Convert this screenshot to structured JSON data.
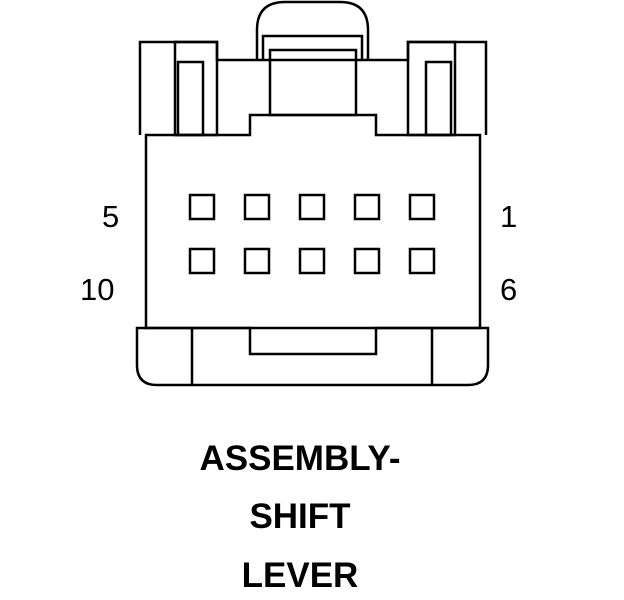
{
  "connector": {
    "pin_labels": {
      "top_left": "5",
      "top_right": "1",
      "bottom_left": "10",
      "bottom_right": "6"
    },
    "pin_rows": 2,
    "pins_per_row": 5
  },
  "caption": {
    "line1": "ASSEMBLY-",
    "line2": "SHIFT",
    "line3": "LEVER"
  },
  "colors": {
    "line": "#000000",
    "background": "#ffffff"
  }
}
